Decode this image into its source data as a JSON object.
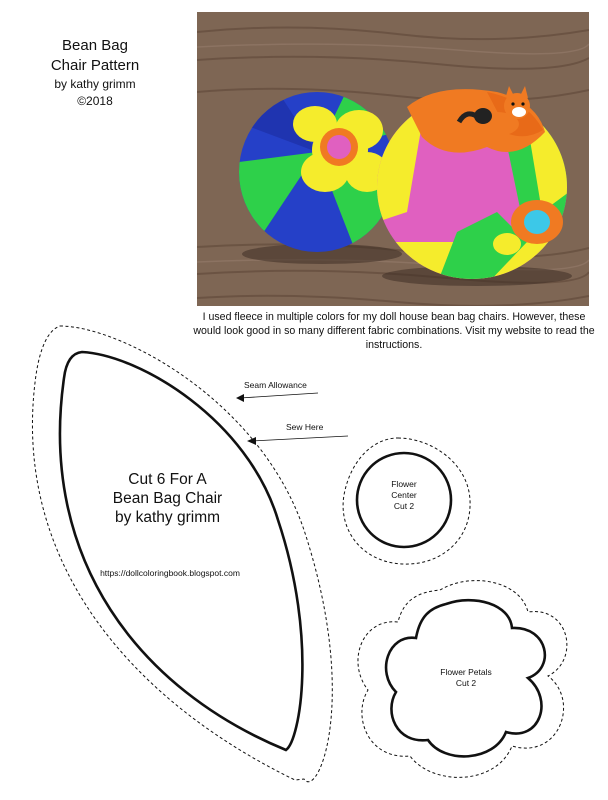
{
  "title": {
    "line1": "Bean Bag",
    "line2": "Chair Pattern",
    "author": "by kathy grimm",
    "copyright": "©2018"
  },
  "caption": "I used fleece in multiple colors for my doll house bean bag chairs. However, these would look good in so many different fabric combinations. Visit my website to read the instructions.",
  "labels": {
    "seam_allowance": "Seam Allowance",
    "sew_here": "Sew Here"
  },
  "main_piece": {
    "line1": "Cut 6 For A",
    "line2": "Bean Bag Chair",
    "line3": "by kathy grimm",
    "url": "https://dollcoloringbook.blogspot.com"
  },
  "flower_center": {
    "line1": "Flower",
    "line2": "Center",
    "line3": "Cut 2"
  },
  "flower_petals": {
    "line1": "Flower Petals",
    "line2": "Cut 2"
  },
  "colors": {
    "wood": "#7a6250",
    "blue": "#1f3fc4",
    "green": "#35d04a",
    "yellow": "#f7ec2a",
    "pink": "#e060c0",
    "orange": "#f07a22",
    "cyan": "#3cc8e8"
  }
}
